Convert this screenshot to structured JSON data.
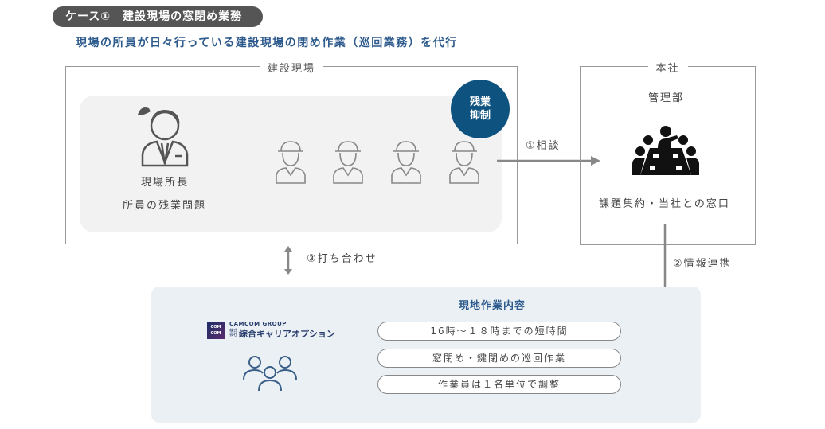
{
  "header": {
    "badge": "ケース①　建設現場の窓閉め業務",
    "subtitle": "現場の所員が日々行っている建設現場の閉め作業（巡回業務）を代行"
  },
  "site": {
    "label": "建設現場",
    "manager": "現場所長",
    "problem": "所員の残業問題",
    "circle": "残業\n抑制"
  },
  "hq": {
    "label": "本社",
    "dept": "管理部",
    "role": "課題集約・当社との窓口"
  },
  "flows": {
    "consult": "①相談",
    "info": "②情報連携",
    "meeting": "③打ち合わせ"
  },
  "company": {
    "group": "CAMCOM GROUP",
    "name": "綜合キャリアオプション",
    "corp": "株式会社",
    "mark": "COM COM"
  },
  "work": {
    "title": "現地作業内容",
    "items": [
      "16時〜１８時までの短時間",
      "窓閉め・鍵閉めの巡回作業",
      "作業員は１名単位で調整"
    ]
  },
  "colors": {
    "accent": "#0e5380",
    "text_blue": "#2d5a8c",
    "badge": "#555555"
  }
}
